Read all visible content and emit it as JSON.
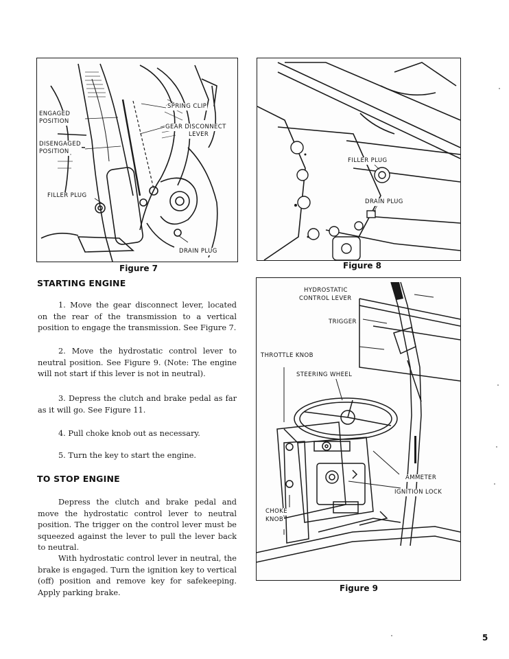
{
  "figures": {
    "fig7": {
      "caption": "Figure 7",
      "labels": {
        "engaged": "ENGAGED",
        "engaged_position": "POSITION",
        "disengaged": "DISENGAGED",
        "disengaged_position": "POSITION",
        "filler_plug": "FILLER PLUG",
        "spring_clip": "SPRING CLIP",
        "gear_disconnect": "GEAR DISCONNECT",
        "gear_disconnect_lever": "LEVER",
        "drain_plug": "DRAIN PLUG"
      }
    },
    "fig8": {
      "caption": "Figure 8",
      "labels": {
        "filler_plug": "FILLER PLUG",
        "drain_plug": "DRAIN PLUG"
      }
    },
    "fig9": {
      "caption": "Figure 9",
      "labels": {
        "hydrostatic": "HYDROSTATIC",
        "control_lever": "CONTROL LEVER",
        "trigger": "TRIGGER",
        "throttle_knob": "THROTTLE KNOB",
        "steering_wheel": "STEERING WHEEL",
        "ammeter": "AMMETER",
        "ignition_lock": "IGNITION LOCK",
        "choke": "CHOKE",
        "knob": "KNOB"
      }
    }
  },
  "sections": {
    "starting": {
      "heading": "STARTING ENGINE",
      "steps": [
        "1. Move the gear disconnect lever, located on the rear of the transmission to a vertical position to engage the transmission. See Figure 7.",
        "2. Move the hydrostatic control lever to neutral position. See Figure 9. (Note: The engine will not start if this lever is not in neutral).",
        "3. Depress the clutch and brake pedal as far as it will go. See Figure 11.",
        "4. Pull choke knob out as necessary.",
        "5. Turn the key to start the engine."
      ]
    },
    "stopping": {
      "heading": "TO STOP ENGINE",
      "paragraphs": [
        "Depress the clutch and brake pedal and move the hydrostatic control lever to neutral position. The trigger on the control lever must be squeezed against the lever to pull the lever back to neutral.",
        "With hydrostatic control lever in neutral, the brake is engaged. Turn the ignition key to vertical (off) position and remove key for safekeeping. Apply parking brake."
      ]
    }
  },
  "page_number": "5"
}
